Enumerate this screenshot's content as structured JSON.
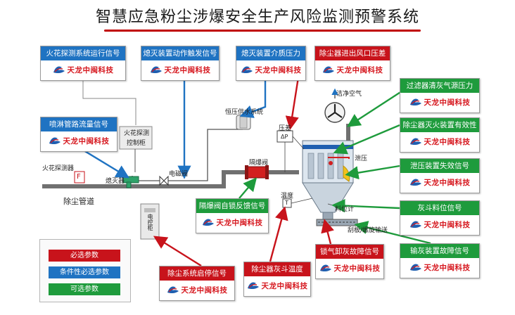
{
  "title": "智慧应急粉尘涉爆安全生产风险监测预警系统",
  "colors": {
    "required": "#c8131b",
    "conditional": "#1f73c2",
    "optional": "#1e9b3c"
  },
  "logo": {
    "brand_text": "天龙中闽科技",
    "icon": "dragon-logo-icon"
  },
  "cards": {
    "spark_detect": "火花探测系统运行信号",
    "suppress_trigger": "熄灭装置动作触发信号",
    "suppress_pressure": "熄灭装置介质压力",
    "inlet_outlet_dp": "除尘器进出风口压差",
    "spray_flow": "喷淋管路流量信号",
    "filter_clean_pressure": "过滤器清灰气源压力",
    "fire_effective": "除尘器灭火装置有效性",
    "vent_failure": "泄压装置失效信号",
    "isolation_valve": "隔爆阀自锁反馈信号",
    "hopper_level": "灰斗料位信号",
    "airlock_fault": "锁气卸灰故障信号",
    "conveyor_fault": "输灰装置故障信号",
    "collector_startstop": "除尘系统启停信号",
    "hopper_temp": "除尘器灰斗温度"
  },
  "labels": {
    "clean_air": "洁净空气",
    "const_pressure_water": "恒压供水系统",
    "spark_cabinet_line1": "火花探测",
    "spark_cabinet_line2": "控制柜",
    "dp": "压差",
    "dp_symbol": "ΔP",
    "spark_detector": "火花探测器",
    "suppressor": "熄灭器",
    "solenoid_valve": "电磁阀",
    "isolation_valve": "隔爆阀",
    "vent": "泄压",
    "temperature": "温度",
    "level_meter": "料位计",
    "conveyor": "刮板/螺旋输送",
    "duct": "除尘管道",
    "control_cabinet": "电控柜",
    "detector_letter": "F",
    "temp_letter": "T"
  },
  "legend": {
    "required": "必选参数",
    "conditional": "条件性必选参数",
    "optional": "可选参数"
  }
}
